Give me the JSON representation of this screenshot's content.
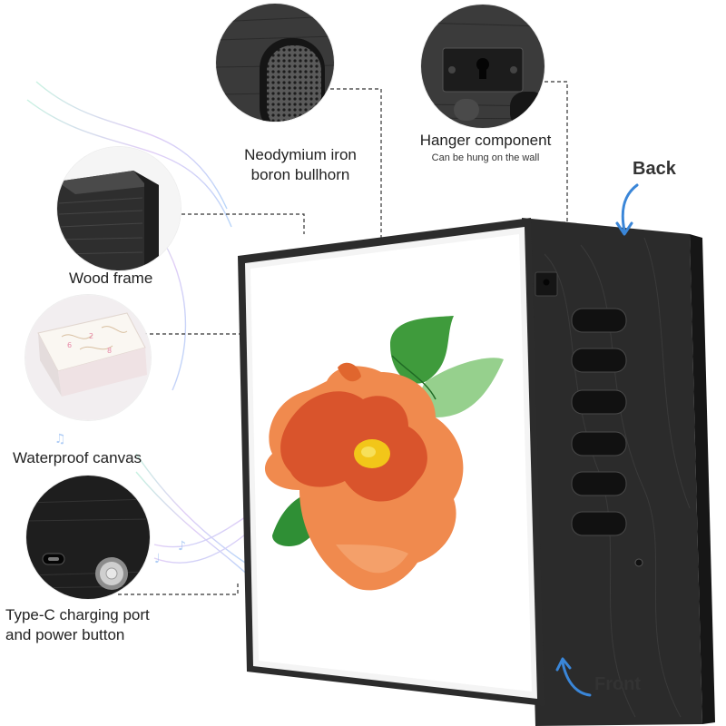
{
  "callouts": {
    "speaker": {
      "line1": "Neodymium iron",
      "line2": "boron bullhorn"
    },
    "hanger": {
      "title": "Hanger component",
      "subtitle": "Can be hung on the wall"
    },
    "wood": {
      "label": "Wood frame"
    },
    "canvas": {
      "label": "Waterproof canvas"
    },
    "port": {
      "line1": "Type-C charging port",
      "line2": "and power button"
    }
  },
  "orientation": {
    "back": "Back",
    "front": "Front"
  },
  "colors": {
    "frame": "#2a2a2a",
    "accent_arrow": "#3a86d8",
    "petal": "#d9542c",
    "leaf": "#2e8b3a"
  }
}
